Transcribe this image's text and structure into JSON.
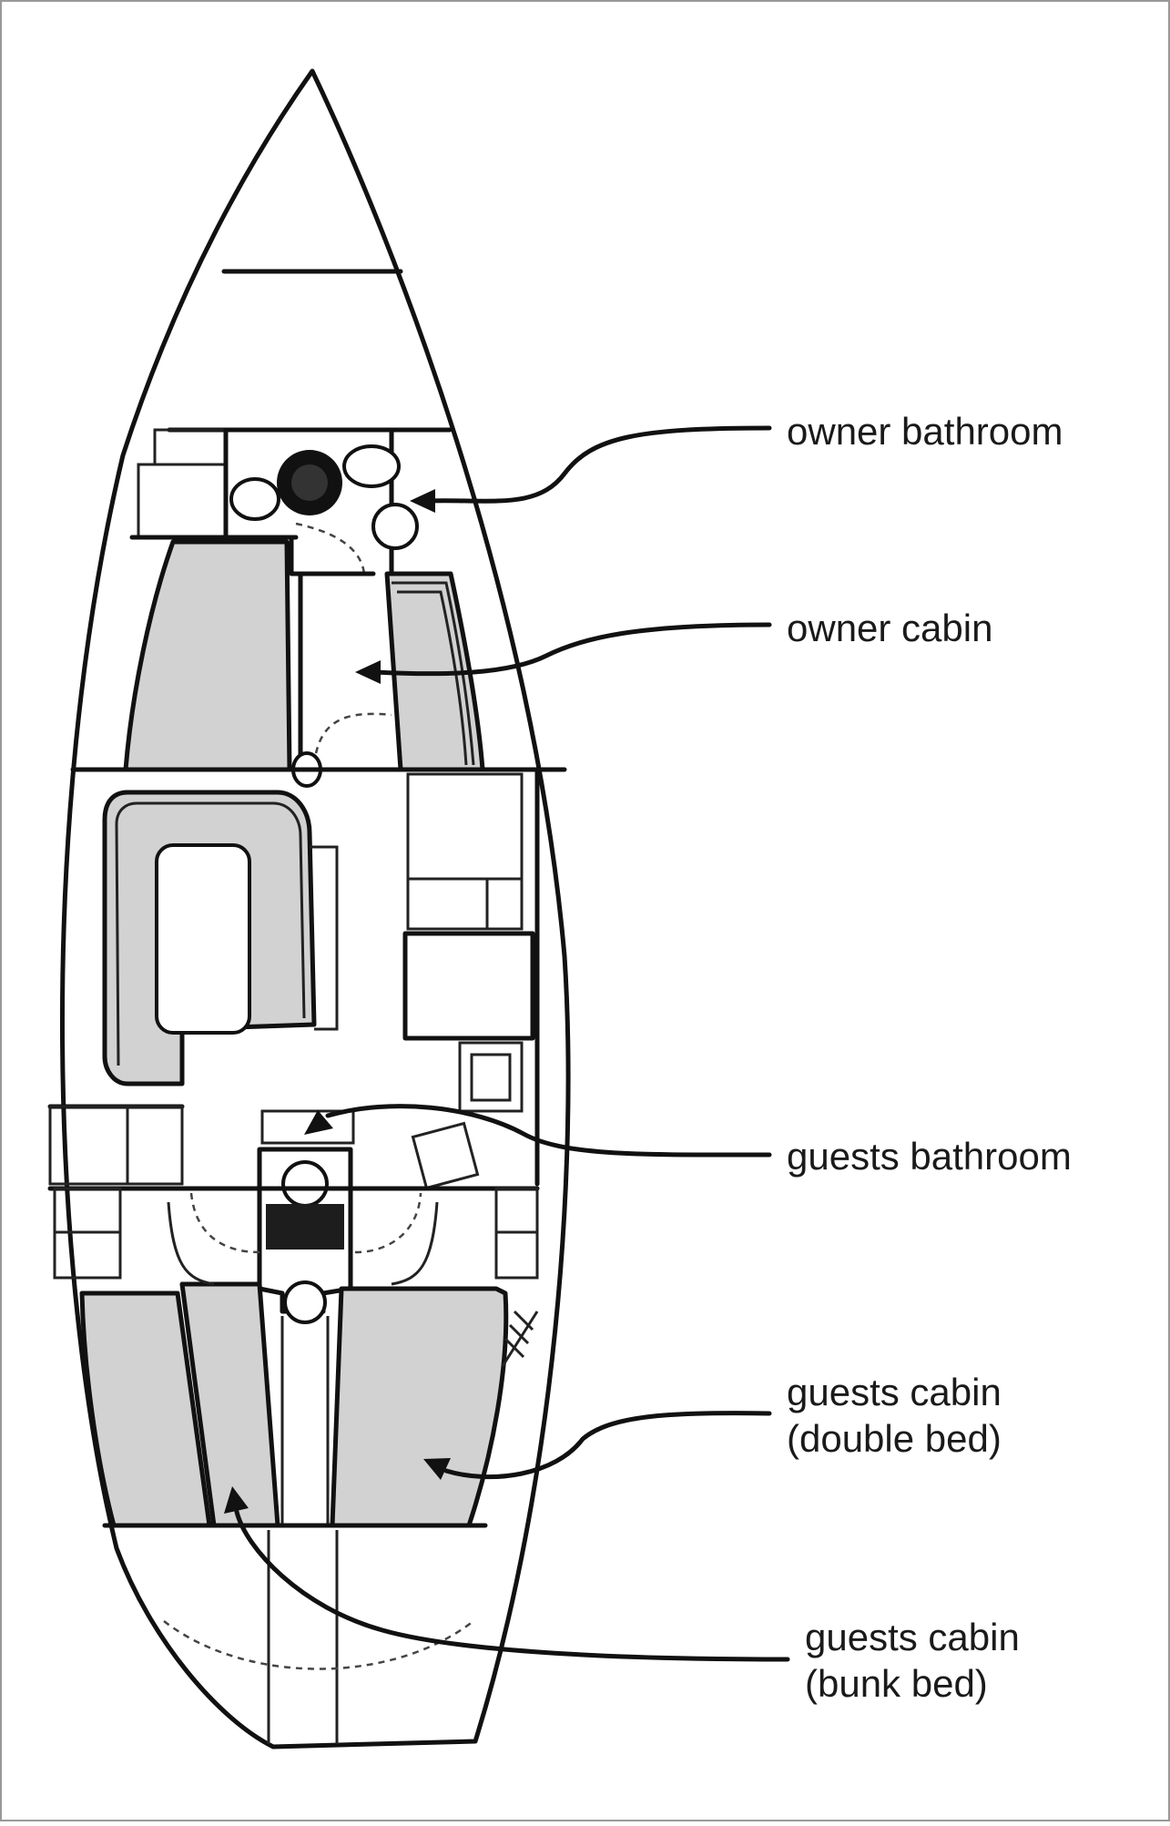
{
  "labels": {
    "owner_bathroom": "owner bathroom",
    "owner_cabin": "owner cabin",
    "guests_bathroom": "guests bathroom",
    "guests_cabin_double_line1": "guests cabin",
    "guests_cabin_double_line2": "(double bed)",
    "guests_cabin_bunk_line1": "guests cabin",
    "guests_cabin_bunk_line2": "(bunk bed)"
  },
  "colors": {
    "cushion": "#d2d2d2",
    "line": "#111111",
    "background": "#ffffff"
  }
}
